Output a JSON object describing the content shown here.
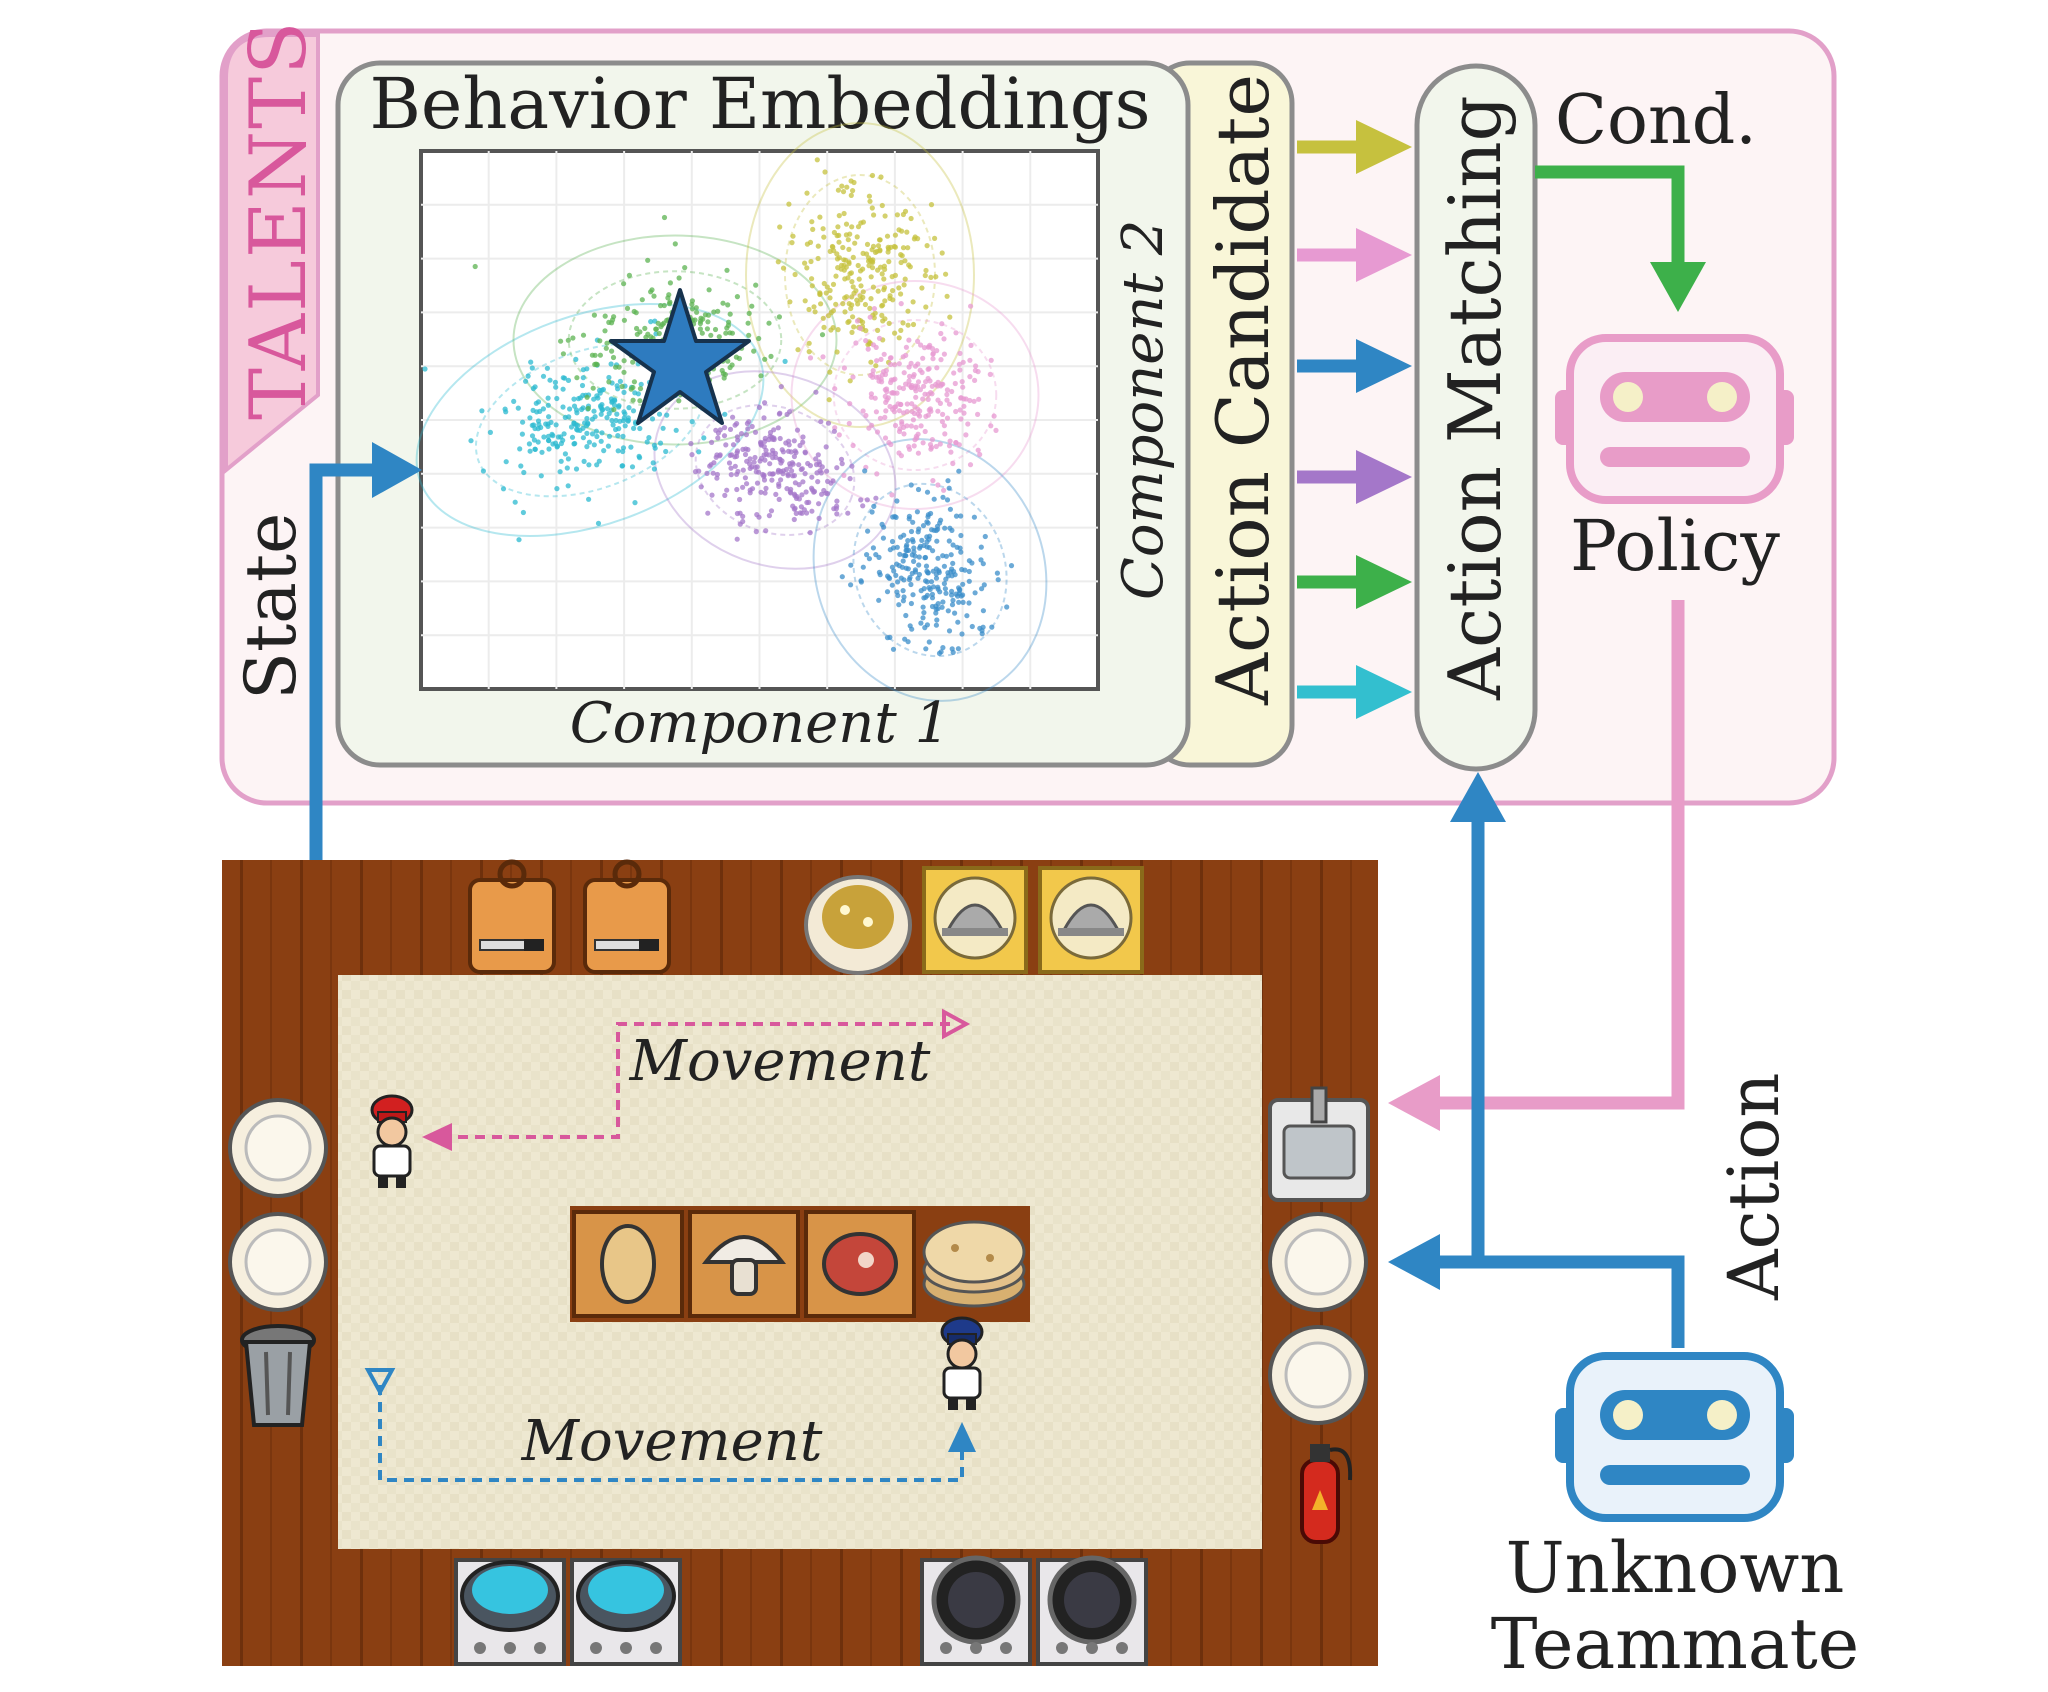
{
  "labels": {
    "talents": "TALENTS",
    "behavior_embeddings": "Behavior Embeddings",
    "component1": "Component 1",
    "component2": "Component 2",
    "action_candidate": "Action Candidate",
    "action_matching": "Action Matching",
    "cond": "Cond.",
    "policy": "Policy",
    "state": "State",
    "action": "Action",
    "unknown_line1": "Unknown",
    "unknown_line2": "Teammate",
    "movement_top": "Movement",
    "movement_bottom": "Movement"
  },
  "colors": {
    "pink": "#e89cc8",
    "pink_border": "#e2a0c9",
    "blue": "#2f86c4",
    "green_box": "#f2f6ec",
    "yellow_box": "#f9f6d8",
    "gray_border": "#8c8c8c",
    "wood": "#8a3f12",
    "floor": "#eee8d1"
  },
  "clusters": [
    {
      "name": "cyan",
      "color": "#2bbad0"
    },
    {
      "name": "green",
      "color": "#5cb352"
    },
    {
      "name": "olive",
      "color": "#c6c13e"
    },
    {
      "name": "pink",
      "color": "#e79ad2"
    },
    {
      "name": "purple",
      "color": "#a477c9"
    },
    {
      "name": "blue",
      "color": "#3b8dc9"
    }
  ],
  "candidate_arrows": [
    {
      "color": "#c6c13e"
    },
    {
      "color": "#e79ad2"
    },
    {
      "color": "#2f86c4"
    },
    {
      "color": "#a477c9"
    },
    {
      "color": "#3db04a"
    },
    {
      "color": "#33bfcf"
    }
  ]
}
